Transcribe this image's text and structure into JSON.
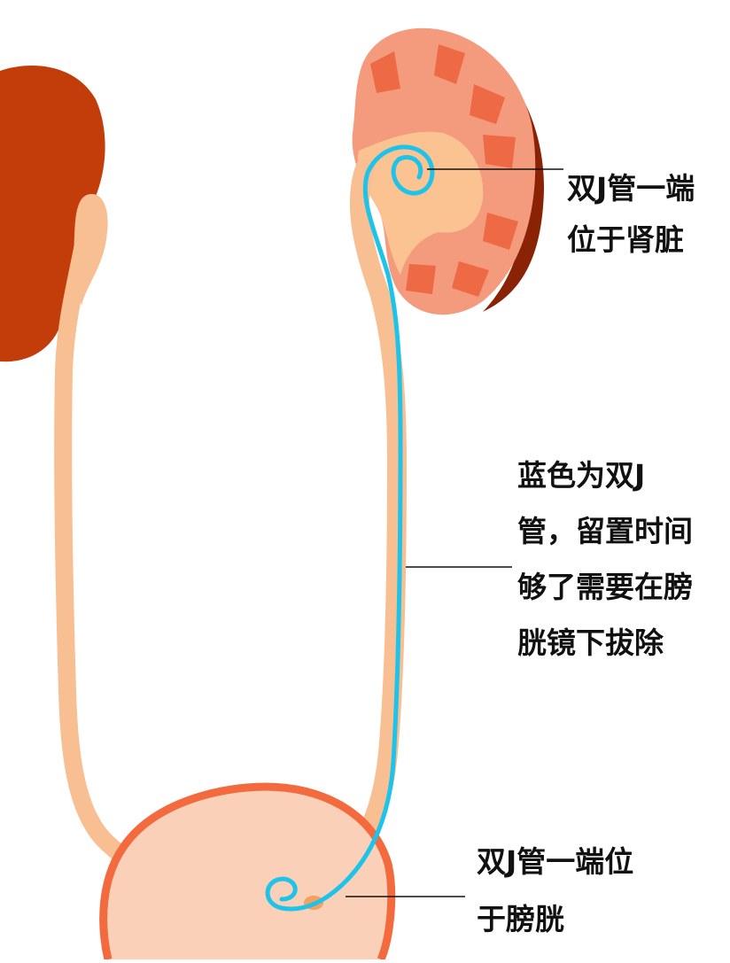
{
  "colors": {
    "background": "#ffffff",
    "left_kidney": "#c23d0a",
    "kidney_cortex": "#f49a7d",
    "kidney_pyramid": "#ee6a44",
    "kidney_pelvis": "#fbc392",
    "kidney_rim": "#8a2306",
    "ureter": "#f8bf92",
    "bladder_fill": "#fad0b8",
    "bladder_outline": "#f26a3e",
    "ureter_opening": "#f5a05e",
    "stent": "#1ec3ea",
    "leader_line": "#111111",
    "text": "#111111"
  },
  "icons": {
    "left_kidney": "left-kidney-shape",
    "right_kidney": "right-kidney-shape",
    "bladder": "bladder-shape",
    "stent": "double-j-stent-curve"
  },
  "annotations": {
    "kidney_end": {
      "lines": [
        "双J管一端",
        "位于肾脏"
      ]
    },
    "stent_description": {
      "lines": [
        "蓝色为双J",
        "管，留置时间",
        "够了需要在膀",
        "胱镜下拔除"
      ]
    },
    "bladder_end": {
      "lines": [
        "双J管一端位",
        "于膀胱"
      ]
    }
  }
}
